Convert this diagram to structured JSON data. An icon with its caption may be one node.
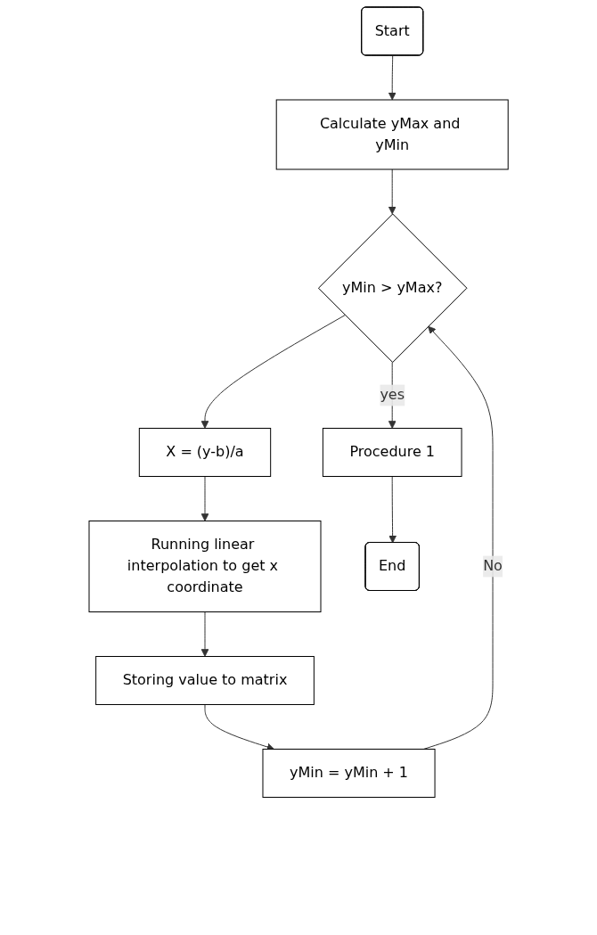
{
  "diagram": {
    "nodes": [
      {
        "text": [
          "Start"
        ]
      },
      {
        "text": [
          "Calculate yMax and yMin"
        ]
      },
      {
        "text": [
          "yMin > yMax?"
        ]
      },
      {
        "text": [
          "X = (y-b)/a"
        ]
      },
      {
        "text": [
          "Running linear interpolation to get x coordinate"
        ]
      },
      {
        "text": [
          "Storing value to matrix"
        ]
      },
      {
        "text": [
          "yMin = yMin + 1"
        ]
      },
      {
        "text": [
          "Procedure 1"
        ]
      },
      {
        "text": [
          "End"
        ]
      }
    ],
    "edges": [
      {
        "from": 0,
        "to": 1,
        "arrow": "to"
      },
      {
        "from": 1,
        "to": 2,
        "arrow": "to"
      },
      {
        "from": 2,
        "to": 3,
        "arrow": "to"
      },
      {
        "from": 3,
        "to": 4,
        "arrow": "to"
      },
      {
        "from": 4,
        "to": 5,
        "arrow": "to"
      },
      {
        "from": 5,
        "to": 6,
        "arrow": "to"
      },
      {
        "from": 6,
        "to": 2,
        "label": "No",
        "arrow": "to"
      },
      {
        "from": 2,
        "to": 7,
        "label": "yes",
        "arrow": "to"
      },
      {
        "from": 7,
        "to": 8,
        "arrow": "to"
      }
    ]
  }
}
